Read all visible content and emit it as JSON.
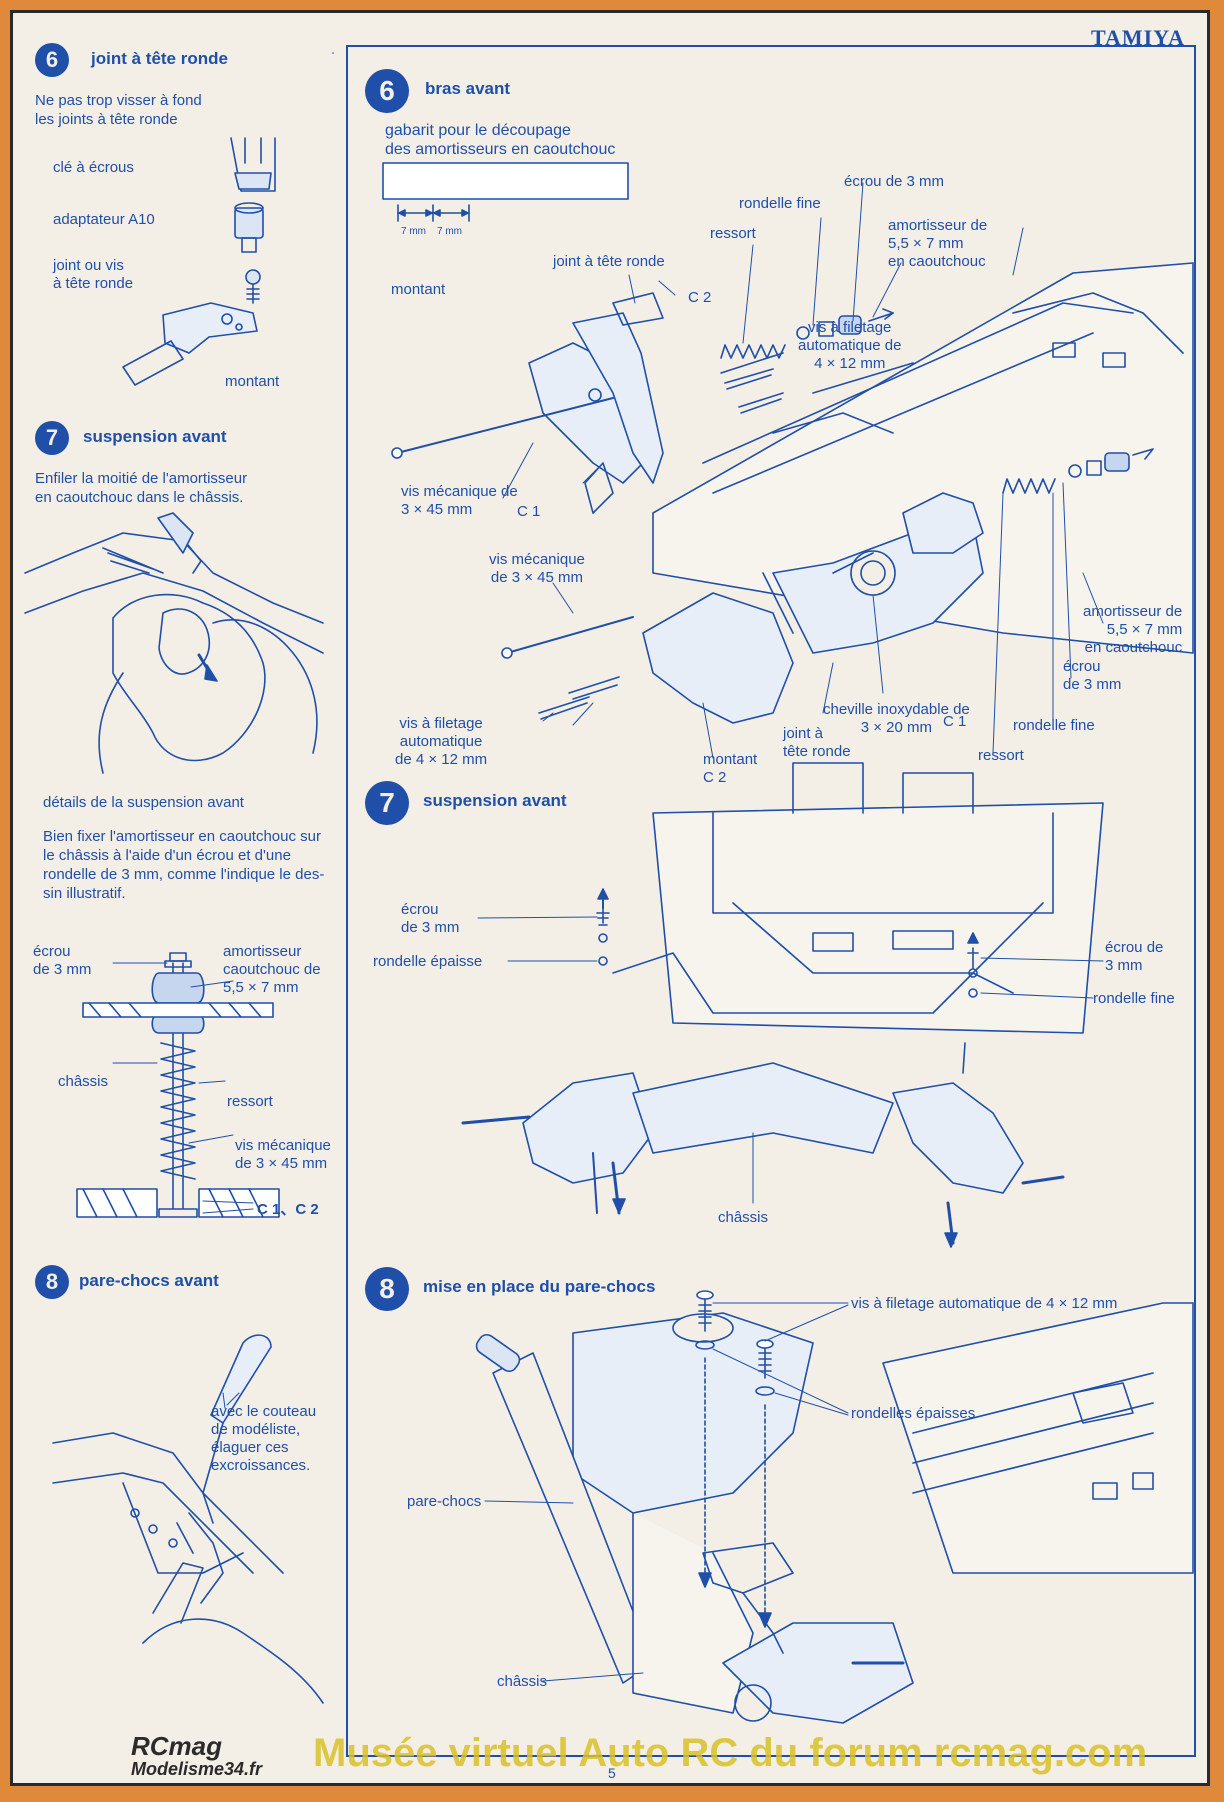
{
  "brand": "TAMIYA",
  "page_number": "5",
  "left": {
    "s6": {
      "num": "6",
      "title": "joint à tête ronde",
      "instr": [
        "Ne pas trop visser à fond",
        "les joints à tête ronde"
      ],
      "labels": {
        "cle": "clé à écrous",
        "adaptateur": "adaptateur A10",
        "joint": [
          "joint ou vis",
          "à tête ronde"
        ],
        "montant": "montant"
      }
    },
    "s7": {
      "num": "7",
      "title": "suspension avant",
      "instr": [
        "Enfiler la moitié de l'amortisseur",
        "en caoutchouc dans le châssis."
      ],
      "details_title": "détails de la suspension avant",
      "details": [
        "Bien fixer l'amortisseur en caoutchouc sur",
        "le châssis à l'aide d'un écrou et d'une",
        "rondelle de 3 mm, comme l'indique le des-",
        "sin illustratif."
      ],
      "labels": {
        "ecrou": [
          "écrou",
          "de 3 mm"
        ],
        "amortisseur": [
          "amortisseur",
          "caoutchouc de",
          "5,5 × 7 mm"
        ],
        "chassis": "châssis",
        "ressort": "ressort",
        "vis": [
          "vis mécanique",
          "de 3 × 45 mm"
        ],
        "c1c2": "C 1、C 2"
      }
    },
    "s8": {
      "num": "8",
      "title": "pare-chocs avant",
      "labels": [
        "avec le couteau",
        "de modéliste,",
        "élaguer ces",
        "excroissances."
      ]
    }
  },
  "right": {
    "s6": {
      "num": "6",
      "title": "bras avant",
      "gabarit": [
        "gabarit pour le découpage",
        "des amortisseurs en caoutchouc"
      ],
      "mm7": "7 mm",
      "labels": {
        "montant_top": "montant",
        "joint": "joint à tête ronde",
        "c2_top": "C 2",
        "ressort_top": "ressort",
        "rondelle_top": "rondelle fine",
        "ecrou_top": "écrou de 3 mm",
        "amort_top": [
          "amortisseur de",
          "5,5 × 7 mm",
          "en caoutchouc"
        ],
        "vis_filetage_top": [
          "vis à filetage",
          "automatique de",
          "4 × 12 mm"
        ],
        "vis_meca_1": [
          "vis mécanique de",
          "3 × 45 mm"
        ],
        "c1_mid": "C 1",
        "vis_meca_2": [
          "vis mécanique",
          "de 3 × 45 mm"
        ],
        "vis_filetage_bot": [
          "vis à filetage",
          "automatique",
          "de 4 × 12 mm"
        ],
        "montant_bot": "montant",
        "c2_bot": "C 2",
        "joint_bot": [
          "joint à",
          "tête ronde"
        ],
        "cheville": [
          "cheville inoxydable de",
          "3 × 20 mm"
        ],
        "c1_bot": "C 1",
        "amort_right": [
          "amortisseur de",
          "5,5 × 7 mm",
          "en caoutchouc"
        ],
        "ecrou_right": [
          "écrou",
          "de 3 mm"
        ],
        "rondelle_right": "rondelle fine",
        "ressort_right": "ressort"
      }
    },
    "s7": {
      "num": "7",
      "title": "suspension avant",
      "labels": {
        "ecrou_l": [
          "écrou",
          "de 3 mm"
        ],
        "rondelle_epaisse": "rondelle épaisse",
        "ecrou_r": [
          "écrou de",
          "3 mm"
        ],
        "rondelle_fine": "rondelle fine",
        "chassis": "châssis"
      }
    },
    "s8": {
      "num": "8",
      "title": "mise en place du pare-chocs",
      "labels": {
        "vis": "vis à filetage automatique de 4 × 12 mm",
        "rondelles": "rondelles épaisses",
        "parechocs": "pare-chocs",
        "chassis": "châssis"
      }
    }
  },
  "footer": {
    "logo1": "RCmag",
    "logo2": "Modelisme34.fr",
    "watermark": "Musée virtuel Auto RC du forum rcmag.com"
  }
}
